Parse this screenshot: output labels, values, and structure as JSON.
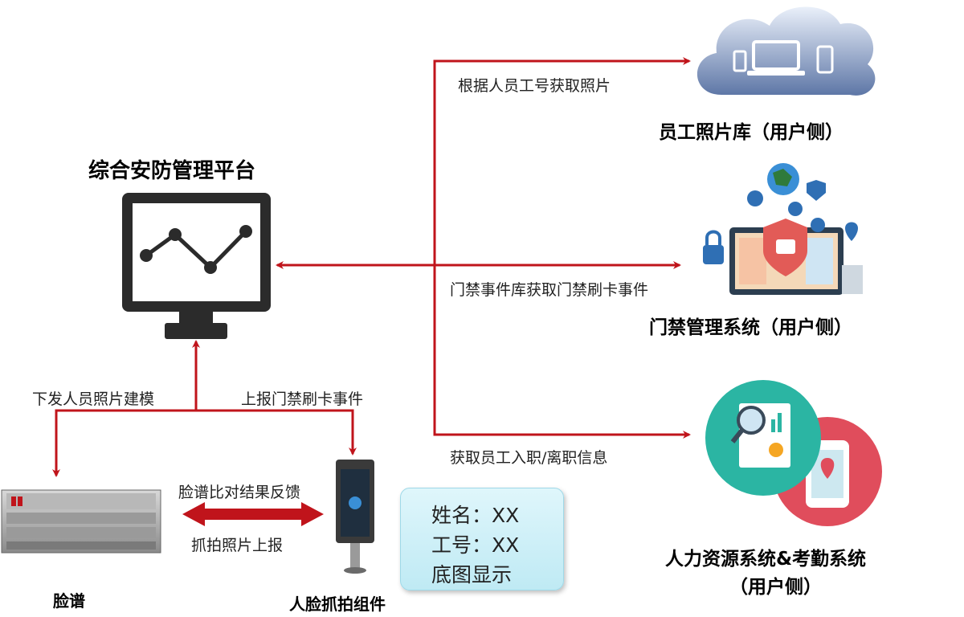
{
  "colors": {
    "arrow": "#c0141b",
    "monitor": "#2b2b2b",
    "accent": "#e25b57"
  },
  "nodes": {
    "platform": {
      "title": "综合安防管理平台",
      "icon": "monitor-chart-icon"
    },
    "photo_library": {
      "title": "员工照片库（用户侧）",
      "icon": "cloud-devices-icon"
    },
    "access_control": {
      "title": "门禁管理系统（用户侧）",
      "icon": "security-dashboard-icon"
    },
    "hr_system": {
      "title_line1": "人力资源系统&考勤系统",
      "title_line2": "（用户侧）",
      "icon": "hr-analytics-icon"
    },
    "face_library": {
      "title": "脸谱",
      "icon": "server-rack-icon"
    },
    "face_capture": {
      "title": "人脸抓拍组件",
      "icon": "face-terminal-icon"
    }
  },
  "edges": {
    "get_photo": "根据人员工号获取照片",
    "get_access_events": "门禁事件库获取门禁刷卡事件",
    "get_hr_info": "获取员工入职/离职信息",
    "issue_photo_modeling": "下发人员照片建模",
    "report_access_event": "上报门禁刷卡事件",
    "match_feedback": "脸谱比对结果反馈",
    "capture_report": "抓拍照片上报"
  },
  "info_box": {
    "name": "姓名：XX",
    "employee_id": "工号：XX",
    "base_photo": "底图显示"
  }
}
